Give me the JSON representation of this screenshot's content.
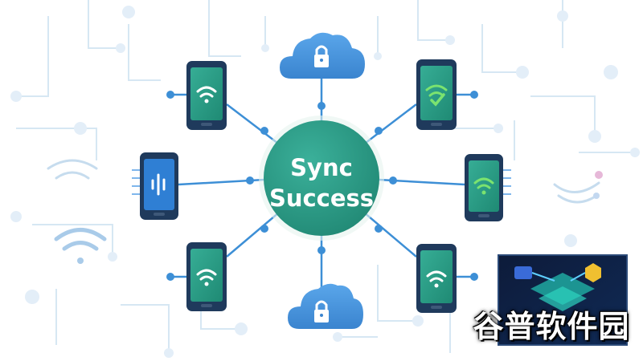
{
  "hub": {
    "line1": "Sync",
    "line2": "Success",
    "color": "#2c9a85"
  },
  "colors": {
    "connector": "#3d8fd6",
    "cloud": "#4a95dd",
    "phone_frame": "#1f3a5c",
    "phone_screen": "#2b9a84",
    "background_circuit": "#cfe3f1"
  },
  "devices": [
    {
      "name": "phone-top-left",
      "icon": "wifi-icon"
    },
    {
      "name": "phone-top-right",
      "icon": "check-wifi-icon"
    },
    {
      "name": "phone-mid-left",
      "icon": "sound-wave-icon"
    },
    {
      "name": "phone-mid-right",
      "icon": "wifi-icon"
    },
    {
      "name": "phone-bottom-left",
      "icon": "wifi-icon"
    },
    {
      "name": "phone-bottom-right",
      "icon": "wifi-icon"
    }
  ],
  "clouds": [
    {
      "name": "cloud-top",
      "icon": "lock-icon"
    },
    {
      "name": "cloud-bottom",
      "icon": "lock-icon"
    }
  ],
  "watermark": {
    "text": "谷普软件园"
  }
}
